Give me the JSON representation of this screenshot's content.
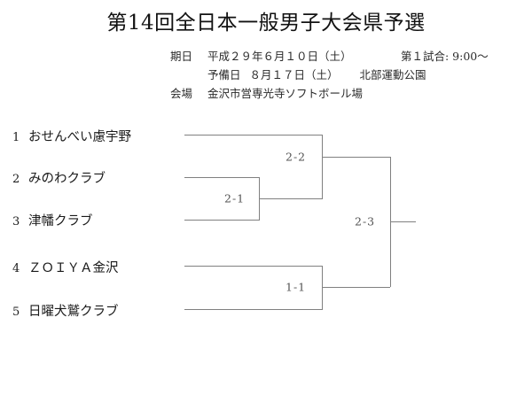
{
  "header": {
    "title": "第14回全日本一般男子大会県予選",
    "date_label": "期日",
    "date_value": "平成２９年６月１０日（土）",
    "reserve_label": "予備日",
    "reserve_value": "８月１７日（土）",
    "reserve_venue": "北部運動公園",
    "venue_label": "会場",
    "venue_value": "金沢市営専光寺ソフトボール場",
    "first_match": "第１試合: 9:00〜"
  },
  "bracket": {
    "teams": [
      {
        "seed": "1",
        "name": "おせんべい慮宇野"
      },
      {
        "seed": "2",
        "name": "みのわクラブ"
      },
      {
        "seed": "3",
        "name": "津幡クラブ"
      },
      {
        "seed": "4",
        "name": "ＺＯＩＹＡ金沢"
      },
      {
        "seed": "5",
        "name": "日曜犬鷲クラブ"
      }
    ],
    "matches": [
      {
        "id": "m21",
        "label": "2-1"
      },
      {
        "id": "m22",
        "label": "2-2"
      },
      {
        "id": "m11",
        "label": "1-1"
      },
      {
        "id": "m23",
        "label": "2-3"
      }
    ],
    "line_color": "#808080"
  }
}
